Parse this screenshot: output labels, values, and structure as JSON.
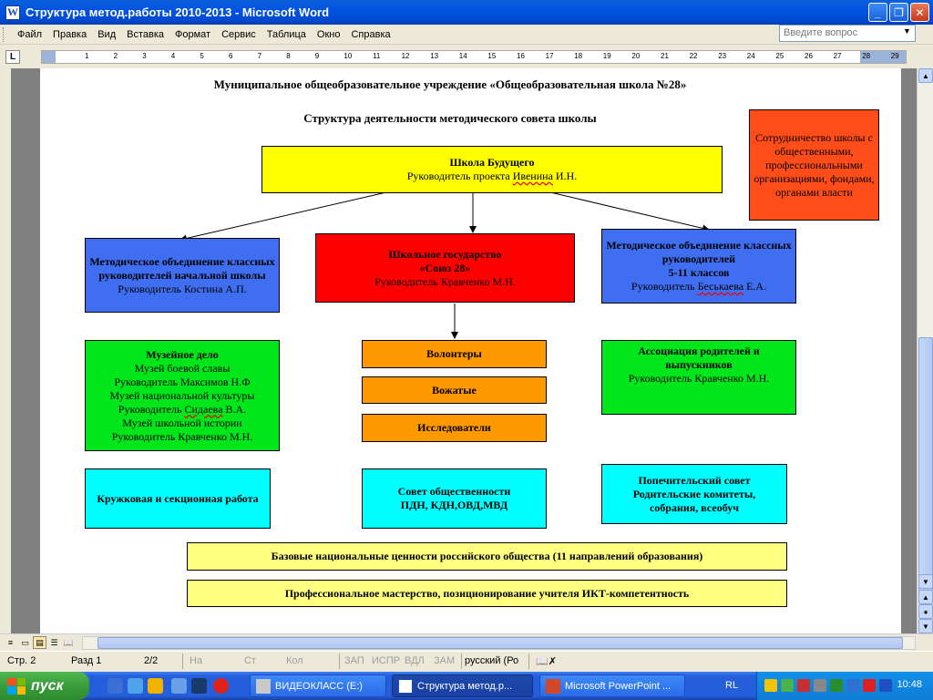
{
  "window": {
    "title": "Структура метод.работы 2010-2013 - Microsoft Word",
    "app_icon_letter": "W",
    "buttons": {
      "minimize": "_",
      "maximize": "❐",
      "close": "✕"
    }
  },
  "menubar": {
    "items": [
      "Файл",
      "Правка",
      "Вид",
      "Вставка",
      "Формат",
      "Сервис",
      "Таблица",
      "Окно",
      "Справка"
    ],
    "help_placeholder": "Введите вопрос"
  },
  "ruler": {
    "tab_selector": "L",
    "ticks": [
      "1",
      "2",
      "3",
      "4",
      "5",
      "6",
      "7",
      "8",
      "9",
      "10",
      "11",
      "12",
      "13",
      "14",
      "15",
      "16",
      "17",
      "18",
      "19",
      "20",
      "21",
      "22",
      "23",
      "24",
      "25",
      "26",
      "27",
      "28",
      "29"
    ]
  },
  "document": {
    "header": "Муниципальное общеобразовательное учреждение «Общеобразовательная школа №28»",
    "subheader": "Структура деятельности методического совета школы",
    "boxes": {
      "school_future": {
        "line1": "Школа Будущего",
        "line2_prefix": "Руководитель проекта ",
        "line2_underlined": "Ивенина",
        "line2_suffix": " И.Н."
      },
      "cooperation": {
        "text": "Сотрудничество школы с общественными, профессиональными организациями, фондами, органами власти"
      },
      "mo_primary": {
        "line1": "Методическое объединение классных руководителей начальной школы",
        "line2": "Руководитель Костина А.П."
      },
      "school_state": {
        "line1": "Школьное государство",
        "line2": "«Союз 28»",
        "line3": "Руководитель Кравченко М.Н."
      },
      "mo_5_11": {
        "line1": "Методическое объединение классных руководителей",
        "line2": "5-11 классов",
        "line3_prefix": "Руководитель ",
        "line3_underlined": "Беськаева",
        "line3_suffix": " Е.А."
      },
      "museum": {
        "title": "Музейное дело",
        "l1": "Музей боевой славы",
        "l2": "Руководитель Максимов Н.Ф",
        "l3": "Музей национальной культуры",
        "l4_prefix": "Руководитель ",
        "l4_underlined": "Сидаева",
        "l4_suffix": " В.А.",
        "l5": "Музей школьной истории",
        "l6": "Руководитель Кравченко М.Н."
      },
      "volunteers": {
        "text": "Волонтеры"
      },
      "counselors": {
        "text": "Вожатые"
      },
      "researchers": {
        "text": "Исследователи"
      },
      "parents": {
        "line1": "Ассоциация родителей и выпускников",
        "line2": "Руководитель Кравченко М.Н."
      },
      "circles": {
        "text": "Кружковая и секционная работа"
      },
      "council": {
        "line1": "Совет общественности",
        "line2": "ПДН, КДН,ОВД,МВД"
      },
      "trustees": {
        "line1": "Попечительский совет",
        "line2": "Родительские комитеты,",
        "line3": "собрания, всеобуч"
      },
      "values": {
        "text": "Базовые национальные ценности российского общества (11 направлений образования)"
      },
      "mastery": {
        "text": "Профессиональное мастерство, позиционирование учителя ИКТ-компетентность"
      }
    }
  },
  "viewbar": {
    "buttons": [
      "≡",
      "▭",
      "▤",
      "☰",
      "📖"
    ]
  },
  "statusbar": {
    "page": "Стр. 2",
    "section": "Разд 1",
    "pages": "2/2",
    "at": "На",
    "line": "Ст",
    "col": "Кол",
    "rec": "ЗАП",
    "trk": "ИСПР",
    "ext": "ВДЛ",
    "ovr": "ЗАМ",
    "lang": "русский (Ро",
    "spell": "📖✗"
  },
  "taskbar": {
    "start": "пуск",
    "tasks": [
      {
        "label": "ВИДЕОКЛАСС (E:)",
        "active": false
      },
      {
        "label": "Структура метод.р...",
        "active": true
      },
      {
        "label": "Microsoft PowerPoint ...",
        "active": false
      }
    ],
    "lang": "RL",
    "clock": "10:48"
  },
  "colors": {
    "yellow": "#ffff00",
    "red": "#ff0000",
    "orange_red": "#ff4d1a",
    "blue": "#3f6ff0",
    "green": "#00e61a",
    "orange": "#ff9900",
    "cyan": "#00ffff",
    "pale_yellow": "#ffff80"
  }
}
